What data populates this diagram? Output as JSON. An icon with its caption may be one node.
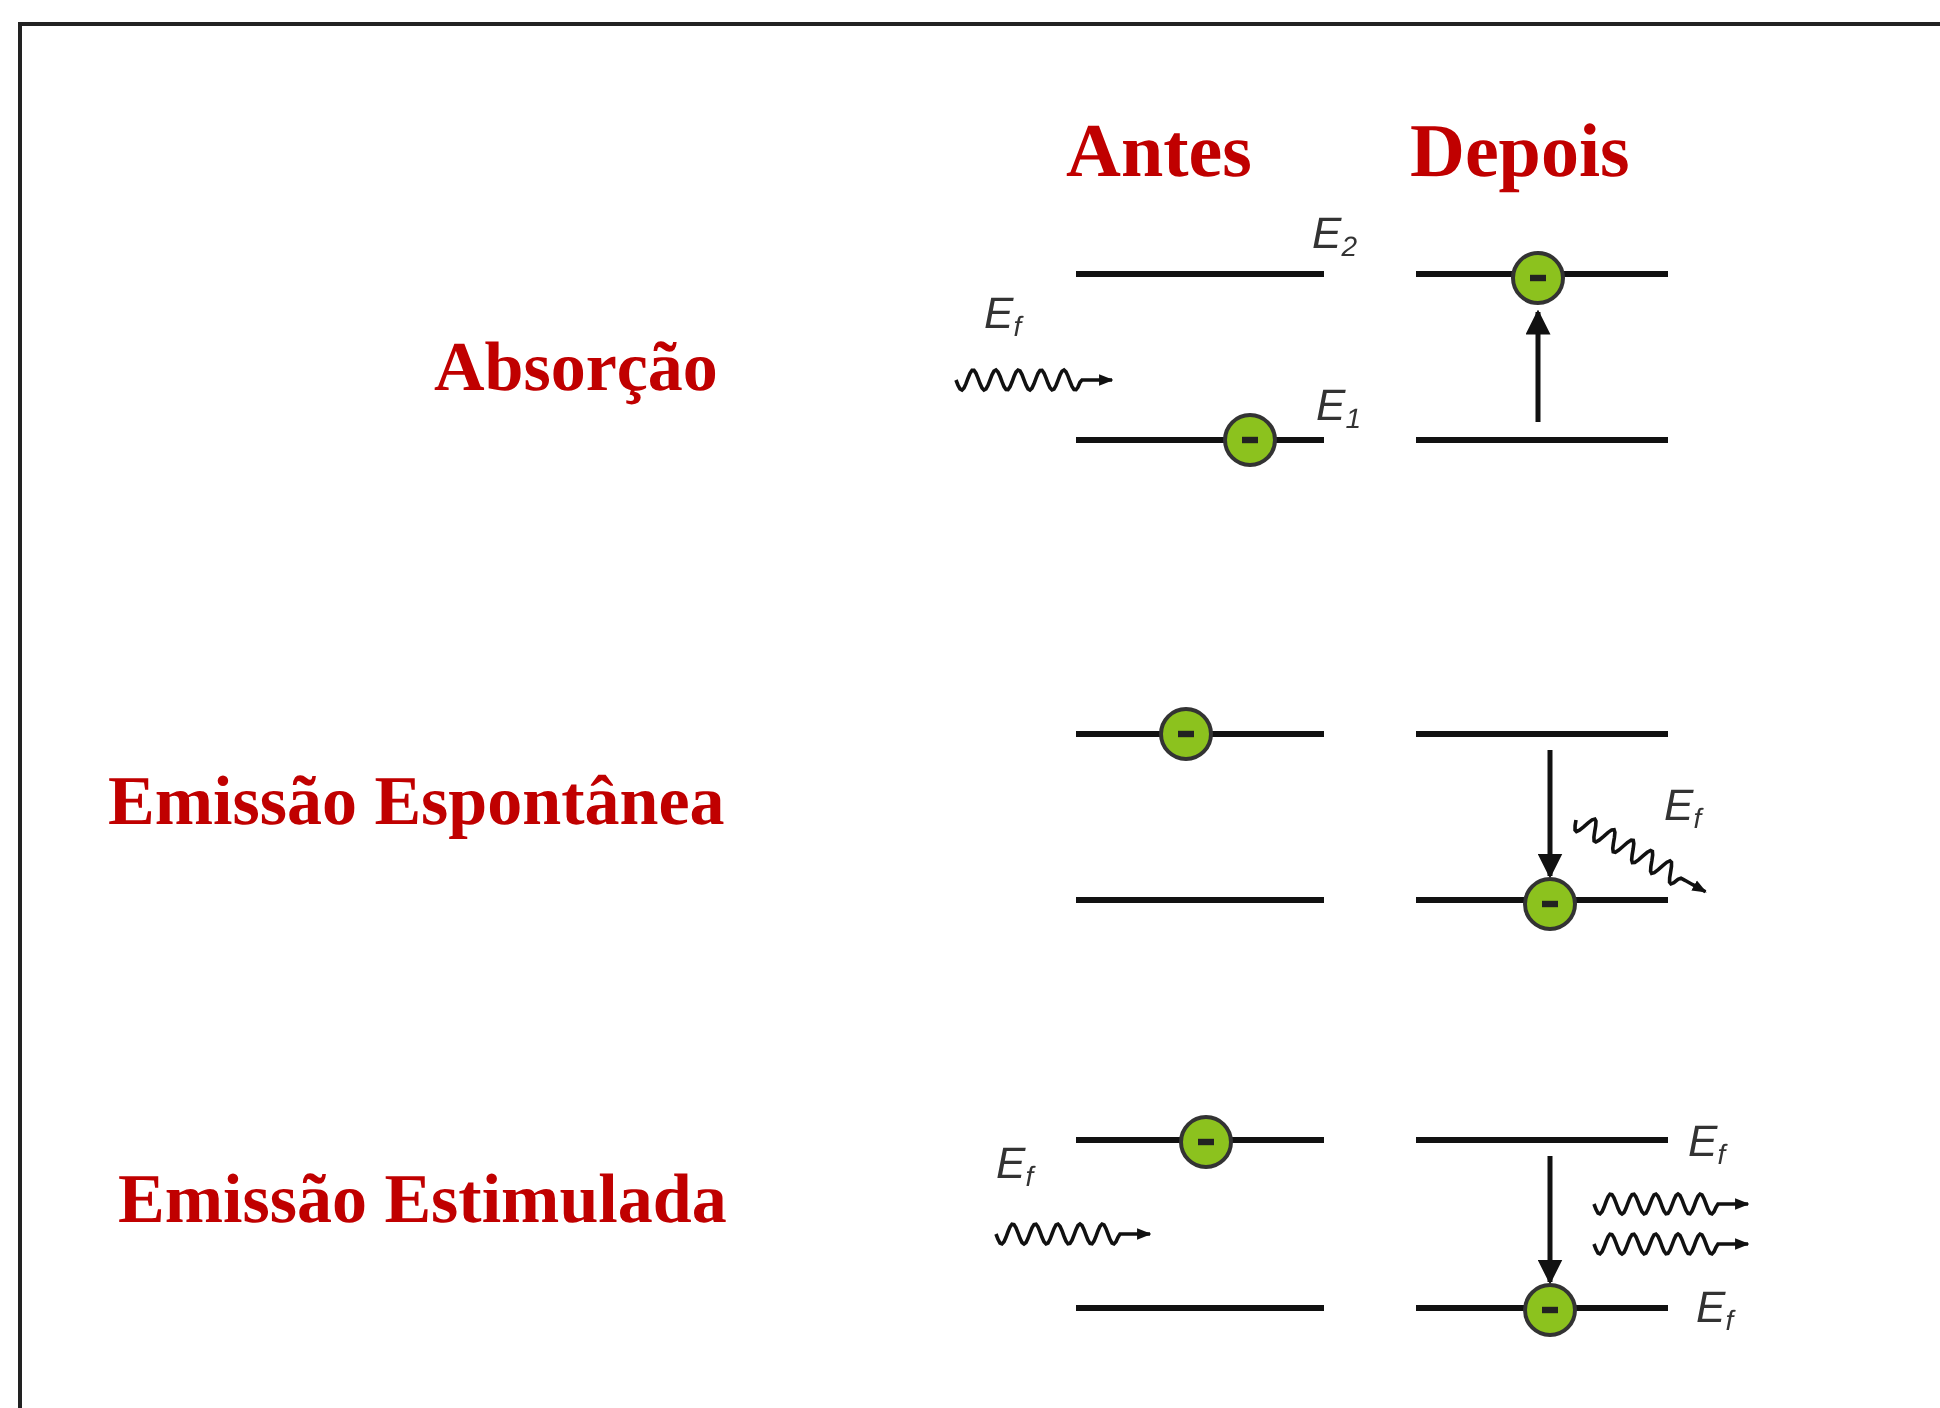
{
  "diagram": {
    "labels": [
      "Antes",
      "Depois",
      "E$_{2}$",
      "Absorção",
      "E$_{f}$",
      "E$_{1}$",
      "Emissão Espontânea",
      "E$_{f}$",
      "E$_{f}$",
      "E$_{f}$",
      "Emissão Estimulada",
      "E$_{f}$"
    ]
  }
}
